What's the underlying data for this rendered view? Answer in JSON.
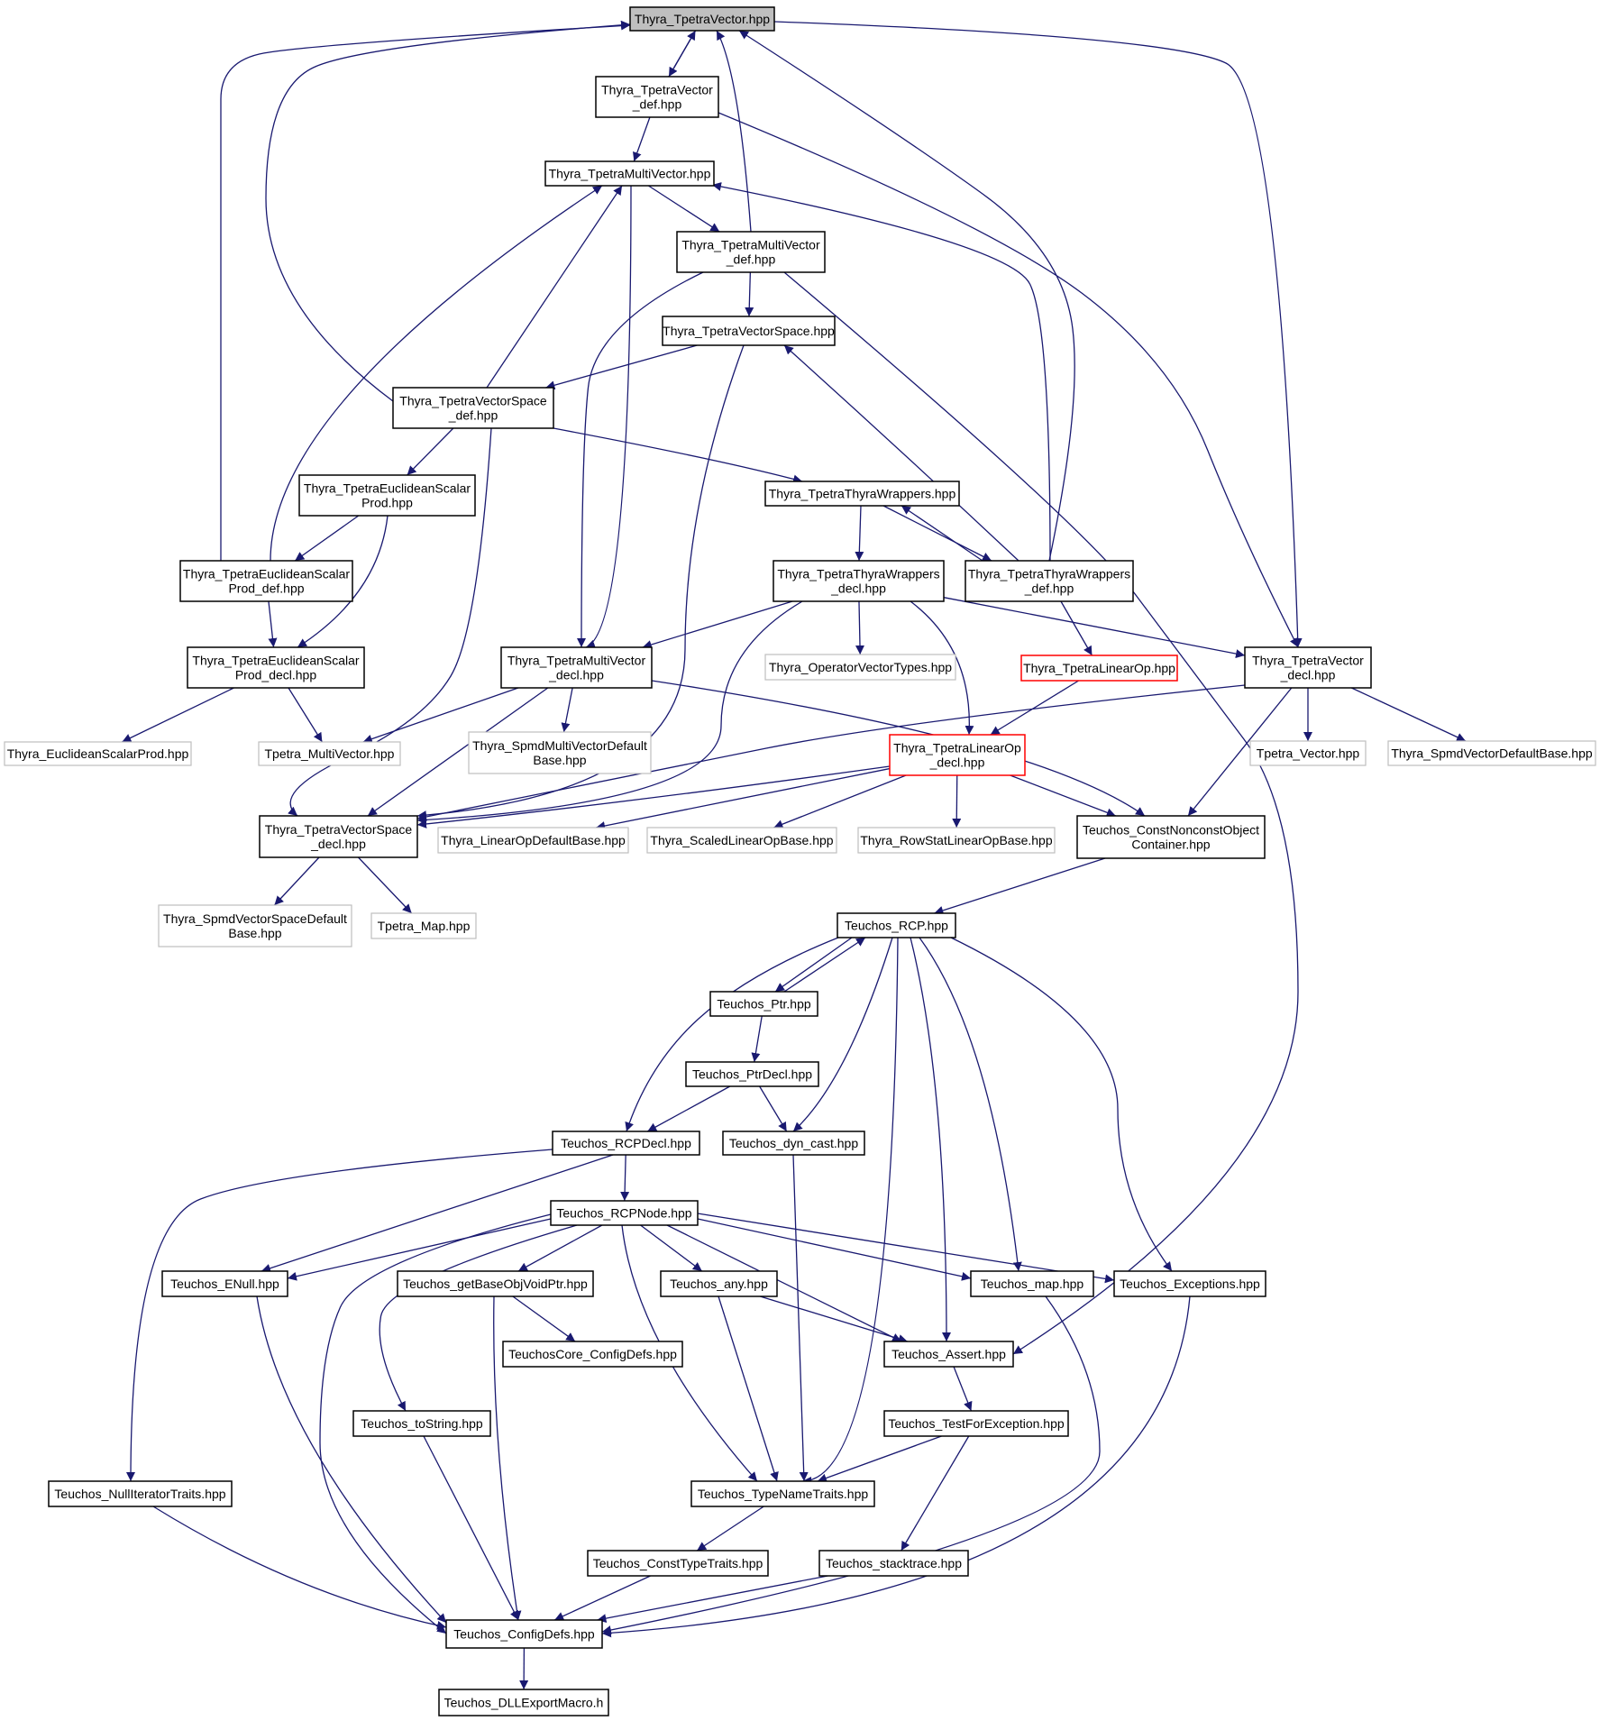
{
  "colors": {
    "edge": "#191970",
    "root_fill": "#bfbfbf",
    "box_border": "#000000",
    "external_border": "#bfbfbf",
    "truncated_border": "#ff0000",
    "text": "#000000"
  },
  "nodes": [
    {
      "id": "tv",
      "lines": [
        "Thyra_TpetraVector.hpp"
      ],
      "style": "root"
    },
    {
      "id": "tvdef",
      "lines": [
        "Thyra_TpetraVector",
        "_def.hpp"
      ],
      "style": "normal"
    },
    {
      "id": "tmv",
      "lines": [
        "Thyra_TpetraMultiVector.hpp"
      ],
      "style": "normal"
    },
    {
      "id": "tmvdef",
      "lines": [
        "Thyra_TpetraMultiVector",
        "_def.hpp"
      ],
      "style": "normal"
    },
    {
      "id": "tvs",
      "lines": [
        "Thyra_TpetraVectorSpace.hpp"
      ],
      "style": "normal"
    },
    {
      "id": "tvsdef",
      "lines": [
        "Thyra_TpetraVectorSpace",
        "_def.hpp"
      ],
      "style": "normal"
    },
    {
      "id": "tesp",
      "lines": [
        "Thyra_TpetraEuclideanScalar",
        "Prod.hpp"
      ],
      "style": "normal"
    },
    {
      "id": "ttw",
      "lines": [
        "Thyra_TpetraThyraWrappers.hpp"
      ],
      "style": "normal"
    },
    {
      "id": "tespdef",
      "lines": [
        "Thyra_TpetraEuclideanScalar",
        "Prod_def.hpp"
      ],
      "style": "normal"
    },
    {
      "id": "ttwdecl",
      "lines": [
        "Thyra_TpetraThyraWrappers",
        "_decl.hpp"
      ],
      "style": "normal"
    },
    {
      "id": "ttwdef",
      "lines": [
        "Thyra_TpetraThyraWrappers",
        "_def.hpp"
      ],
      "style": "normal"
    },
    {
      "id": "tespdecl",
      "lines": [
        "Thyra_TpetraEuclideanScalar",
        "Prod_decl.hpp"
      ],
      "style": "normal"
    },
    {
      "id": "tmvdecl",
      "lines": [
        "Thyra_TpetraMultiVector",
        "_decl.hpp"
      ],
      "style": "normal"
    },
    {
      "id": "opvt",
      "lines": [
        "Thyra_OperatorVectorTypes.hpp"
      ],
      "style": "external"
    },
    {
      "id": "tlo",
      "lines": [
        "Thyra_TpetraLinearOp.hpp"
      ],
      "style": "truncated"
    },
    {
      "id": "tvdecl",
      "lines": [
        "Thyra_TpetraVector",
        "_decl.hpp"
      ],
      "style": "normal"
    },
    {
      "id": "esp",
      "lines": [
        "Thyra_EuclideanScalarProd.hpp"
      ],
      "style": "external"
    },
    {
      "id": "tpmv",
      "lines": [
        "Tpetra_MultiVector.hpp"
      ],
      "style": "external"
    },
    {
      "id": "smvdb",
      "lines": [
        "Thyra_SpmdMultiVectorDefault",
        "Base.hpp"
      ],
      "style": "external"
    },
    {
      "id": "tlodecl",
      "lines": [
        "Thyra_TpetraLinearOp",
        "_decl.hpp"
      ],
      "style": "truncated"
    },
    {
      "id": "tpv",
      "lines": [
        "Tpetra_Vector.hpp"
      ],
      "style": "external"
    },
    {
      "id": "svdb",
      "lines": [
        "Thyra_SpmdVectorDefaultBase.hpp"
      ],
      "style": "external"
    },
    {
      "id": "tvsdecl",
      "lines": [
        "Thyra_TpetraVectorSpace",
        "_decl.hpp"
      ],
      "style": "normal"
    },
    {
      "id": "lodb",
      "lines": [
        "Thyra_LinearOpDefaultBase.hpp"
      ],
      "style": "external"
    },
    {
      "id": "slob",
      "lines": [
        "Thyra_ScaledLinearOpBase.hpp"
      ],
      "style": "external"
    },
    {
      "id": "rslob",
      "lines": [
        "Thyra_RowStatLinearOpBase.hpp"
      ],
      "style": "external"
    },
    {
      "id": "cnoc",
      "lines": [
        "Teuchos_ConstNonconstObject",
        "Container.hpp"
      ],
      "style": "normal"
    },
    {
      "id": "svsdb",
      "lines": [
        "Thyra_SpmdVectorSpaceDefault",
        "Base.hpp"
      ],
      "style": "external"
    },
    {
      "id": "tpmap",
      "lines": [
        "Tpetra_Map.hpp"
      ],
      "style": "external"
    },
    {
      "id": "rcp",
      "lines": [
        "Teuchos_RCP.hpp"
      ],
      "style": "normal"
    },
    {
      "id": "ptr",
      "lines": [
        "Teuchos_Ptr.hpp"
      ],
      "style": "normal"
    },
    {
      "id": "ptrdecl",
      "lines": [
        "Teuchos_PtrDecl.hpp"
      ],
      "style": "normal"
    },
    {
      "id": "rcpdecl",
      "lines": [
        "Teuchos_RCPDecl.hpp"
      ],
      "style": "normal"
    },
    {
      "id": "dyncast",
      "lines": [
        "Teuchos_dyn_cast.hpp"
      ],
      "style": "normal"
    },
    {
      "id": "rcpnode",
      "lines": [
        "Teuchos_RCPNode.hpp"
      ],
      "style": "normal"
    },
    {
      "id": "enull",
      "lines": [
        "Teuchos_ENull.hpp"
      ],
      "style": "normal"
    },
    {
      "id": "gbovp",
      "lines": [
        "Teuchos_getBaseObjVoidPtr.hpp"
      ],
      "style": "normal"
    },
    {
      "id": "any",
      "lines": [
        "Teuchos_any.hpp"
      ],
      "style": "normal"
    },
    {
      "id": "map",
      "lines": [
        "Teuchos_map.hpp"
      ],
      "style": "normal"
    },
    {
      "id": "exc",
      "lines": [
        "Teuchos_Exceptions.hpp"
      ],
      "style": "normal"
    },
    {
      "id": "tccd",
      "lines": [
        "TeuchosCore_ConfigDefs.hpp"
      ],
      "style": "normal"
    },
    {
      "id": "assert",
      "lines": [
        "Teuchos_Assert.hpp"
      ],
      "style": "normal"
    },
    {
      "id": "tostr",
      "lines": [
        "Teuchos_toString.hpp"
      ],
      "style": "normal"
    },
    {
      "id": "tfe",
      "lines": [
        "Teuchos_TestForException.hpp"
      ],
      "style": "normal"
    },
    {
      "id": "nit",
      "lines": [
        "Teuchos_NullIteratorTraits.hpp"
      ],
      "style": "normal"
    },
    {
      "id": "tnt",
      "lines": [
        "Teuchos_TypeNameTraits.hpp"
      ],
      "style": "normal"
    },
    {
      "id": "ctt",
      "lines": [
        "Teuchos_ConstTypeTraits.hpp"
      ],
      "style": "normal"
    },
    {
      "id": "st",
      "lines": [
        "Teuchos_stacktrace.hpp"
      ],
      "style": "normal"
    },
    {
      "id": "cd",
      "lines": [
        "Teuchos_ConfigDefs.hpp"
      ],
      "style": "normal"
    },
    {
      "id": "dll",
      "lines": [
        "Teuchos_DLLExportMacro.h"
      ],
      "style": "normal"
    }
  ],
  "edges": [
    {
      "from": "tv",
      "to": "tvdef"
    },
    {
      "from": "tv",
      "to": "tvdecl"
    },
    {
      "from": "tvdef",
      "to": "tv"
    },
    {
      "from": "tvdef",
      "to": "tmv"
    },
    {
      "from": "tvdef",
      "to": "tvdecl"
    },
    {
      "from": "tmv",
      "to": "tmvdef"
    },
    {
      "from": "tmv",
      "to": "tmvdecl"
    },
    {
      "from": "tmvdef",
      "to": "tv"
    },
    {
      "from": "tmvdef",
      "to": "tvs"
    },
    {
      "from": "tmvdef",
      "to": "tmvdecl"
    },
    {
      "from": "tmvdef",
      "to": "assert"
    },
    {
      "from": "tvs",
      "to": "tvsdef"
    },
    {
      "from": "tvs",
      "to": "tvsdecl"
    },
    {
      "from": "tvsdef",
      "to": "tv"
    },
    {
      "from": "tvsdef",
      "to": "tmv"
    },
    {
      "from": "tvsdef",
      "to": "tesp"
    },
    {
      "from": "tvsdef",
      "to": "ttw"
    },
    {
      "from": "tvsdef",
      "to": "tvsdecl"
    },
    {
      "from": "tesp",
      "to": "tespdef"
    },
    {
      "from": "tesp",
      "to": "tespdecl"
    },
    {
      "from": "tespdef",
      "to": "tv"
    },
    {
      "from": "tespdef",
      "to": "tmv"
    },
    {
      "from": "tespdef",
      "to": "tespdecl"
    },
    {
      "from": "tespdecl",
      "to": "esp"
    },
    {
      "from": "tespdecl",
      "to": "tpmv"
    },
    {
      "from": "ttw",
      "to": "ttwdecl"
    },
    {
      "from": "ttw",
      "to": "ttwdef"
    },
    {
      "from": "ttwdef",
      "to": "ttw"
    },
    {
      "from": "ttwdef",
      "to": "tv"
    },
    {
      "from": "ttwdef",
      "to": "tmv"
    },
    {
      "from": "ttwdef",
      "to": "tvs"
    },
    {
      "from": "ttwdef",
      "to": "tlo"
    },
    {
      "from": "ttwdecl",
      "to": "tmvdecl"
    },
    {
      "from": "ttwdecl",
      "to": "opvt"
    },
    {
      "from": "ttwdecl",
      "to": "tlodecl"
    },
    {
      "from": "ttwdecl",
      "to": "tvdecl"
    },
    {
      "from": "ttwdecl",
      "to": "tvsdecl"
    },
    {
      "from": "tlo",
      "to": "tlodecl"
    },
    {
      "from": "tmvdecl",
      "to": "tpmv"
    },
    {
      "from": "tmvdecl",
      "to": "smvdb"
    },
    {
      "from": "tmvdecl",
      "to": "tvsdecl"
    },
    {
      "from": "tmvdecl",
      "to": "cnoc"
    },
    {
      "from": "tvdecl",
      "to": "tpv"
    },
    {
      "from": "tvdecl",
      "to": "svdb"
    },
    {
      "from": "tvdecl",
      "to": "cnoc"
    },
    {
      "from": "tvdecl",
      "to": "tvsdecl"
    },
    {
      "from": "tlodecl",
      "to": "tvsdecl"
    },
    {
      "from": "tlodecl",
      "to": "lodb"
    },
    {
      "from": "tlodecl",
      "to": "slob"
    },
    {
      "from": "tlodecl",
      "to": "rslob"
    },
    {
      "from": "tlodecl",
      "to": "cnoc"
    },
    {
      "from": "tvsdecl",
      "to": "svsdb"
    },
    {
      "from": "tvsdecl",
      "to": "tpmap"
    },
    {
      "from": "cnoc",
      "to": "rcp"
    },
    {
      "from": "rcp",
      "to": "ptr"
    },
    {
      "from": "ptr",
      "to": "rcp"
    },
    {
      "from": "rcp",
      "to": "rcpdecl"
    },
    {
      "from": "rcp",
      "to": "dyncast"
    },
    {
      "from": "rcp",
      "to": "tnt"
    },
    {
      "from": "rcp",
      "to": "assert"
    },
    {
      "from": "rcp",
      "to": "map"
    },
    {
      "from": "rcp",
      "to": "exc"
    },
    {
      "from": "ptr",
      "to": "ptrdecl"
    },
    {
      "from": "ptrdecl",
      "to": "rcpdecl"
    },
    {
      "from": "ptrdecl",
      "to": "dyncast"
    },
    {
      "from": "rcpdecl",
      "to": "rcpnode"
    },
    {
      "from": "rcpdecl",
      "to": "enull"
    },
    {
      "from": "rcpdecl",
      "to": "nit"
    },
    {
      "from": "dyncast",
      "to": "tnt"
    },
    {
      "from": "rcpnode",
      "to": "enull"
    },
    {
      "from": "rcpnode",
      "to": "gbovp"
    },
    {
      "from": "rcpnode",
      "to": "any"
    },
    {
      "from": "rcpnode",
      "to": "map"
    },
    {
      "from": "rcpnode",
      "to": "exc"
    },
    {
      "from": "rcpnode",
      "to": "assert"
    },
    {
      "from": "rcpnode",
      "to": "tostr"
    },
    {
      "from": "rcpnode",
      "to": "tnt"
    },
    {
      "from": "rcpnode",
      "to": "cd"
    },
    {
      "from": "gbovp",
      "to": "tccd"
    },
    {
      "from": "gbovp",
      "to": "cd"
    },
    {
      "from": "any",
      "to": "assert"
    },
    {
      "from": "any",
      "to": "tnt"
    },
    {
      "from": "assert",
      "to": "tfe"
    },
    {
      "from": "tfe",
      "to": "tnt"
    },
    {
      "from": "tfe",
      "to": "st"
    },
    {
      "from": "tnt",
      "to": "ctt"
    },
    {
      "from": "ctt",
      "to": "cd"
    },
    {
      "from": "st",
      "to": "cd"
    },
    {
      "from": "enull",
      "to": "cd"
    },
    {
      "from": "tostr",
      "to": "cd"
    },
    {
      "from": "nit",
      "to": "cd"
    },
    {
      "from": "map",
      "to": "cd"
    },
    {
      "from": "exc",
      "to": "cd"
    },
    {
      "from": "cd",
      "to": "dll"
    }
  ]
}
